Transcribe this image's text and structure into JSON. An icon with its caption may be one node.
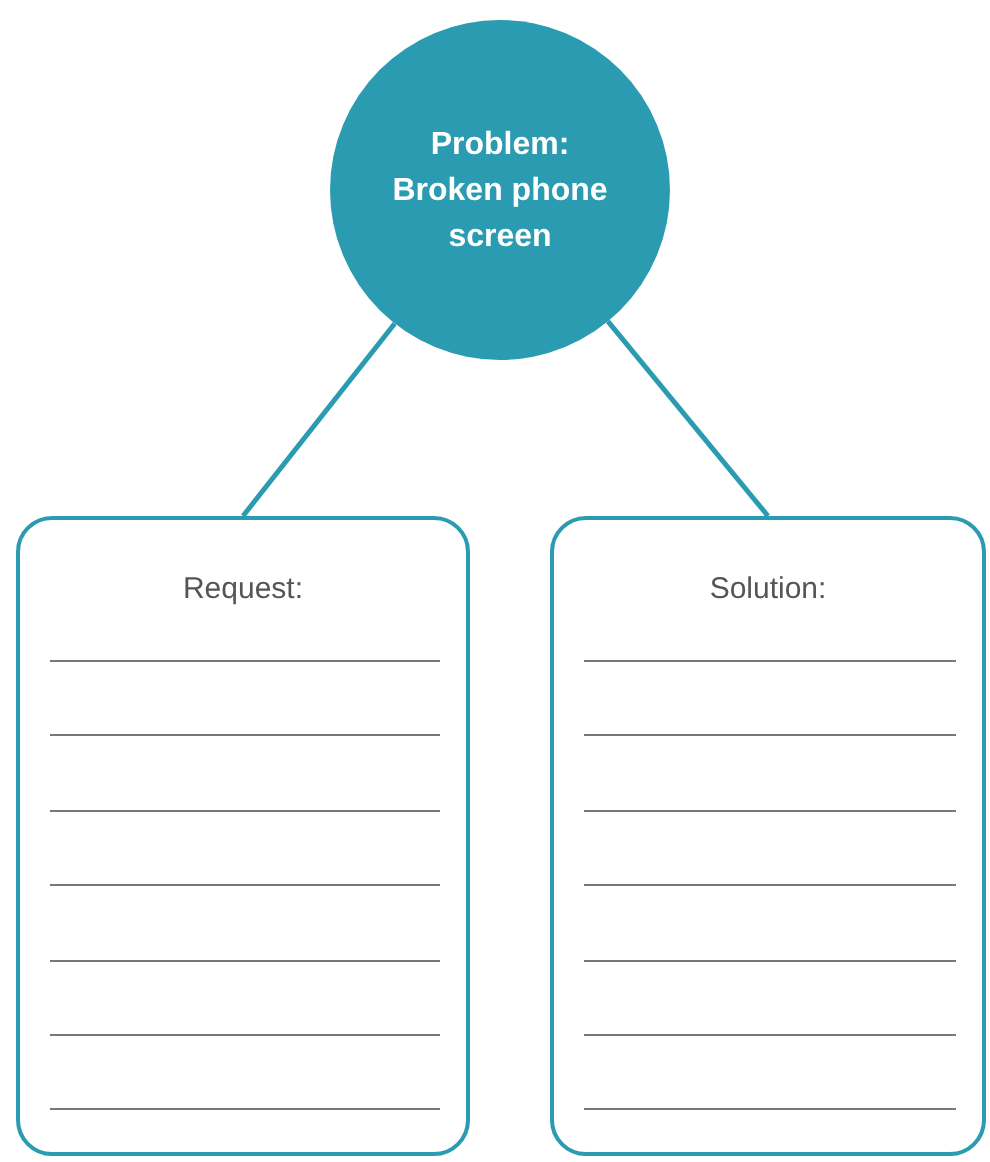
{
  "diagram": {
    "nodes": [
      {
        "text": [
          "Problem: Broken phone screen"
        ]
      },
      {
        "text": [
          "Request:"
        ]
      },
      {
        "text": [
          "Solution:"
        ]
      }
    ],
    "edges": [
      {
        "from": 0,
        "to": 1,
        "arrow": "none"
      },
      {
        "from": 0,
        "to": 2,
        "arrow": "none"
      }
    ]
  }
}
